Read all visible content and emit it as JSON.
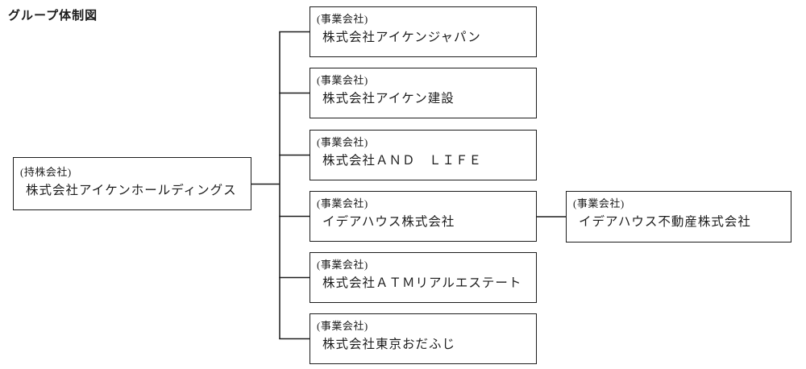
{
  "title": "グループ体制図",
  "colors": {
    "line": "#1c1c1c",
    "text": "#1c1c1c",
    "background": "#ffffff"
  },
  "holding": {
    "type_label": "(持株会社)",
    "name": "株式会社アイケンホールディングス"
  },
  "subsidiaries": [
    {
      "type_label": "(事業会社)",
      "name": "株式会社アイケンジャパン"
    },
    {
      "type_label": "(事業会社)",
      "name": "株式会社アイケン建設"
    },
    {
      "type_label": "(事業会社)",
      "name": "株式会社ＡＮＤ　ＬＩＦＥ"
    },
    {
      "type_label": "(事業会社)",
      "name": "イデアハウス株式会社"
    },
    {
      "type_label": "(事業会社)",
      "name": "株式会社ＡＴＭリアルエステート"
    },
    {
      "type_label": "(事業会社)",
      "name": "株式会社東京おだふじ"
    }
  ],
  "sub_subsidiary": {
    "type_label": "(事業会社)",
    "name": "イデアハウス不動産株式会社"
  }
}
